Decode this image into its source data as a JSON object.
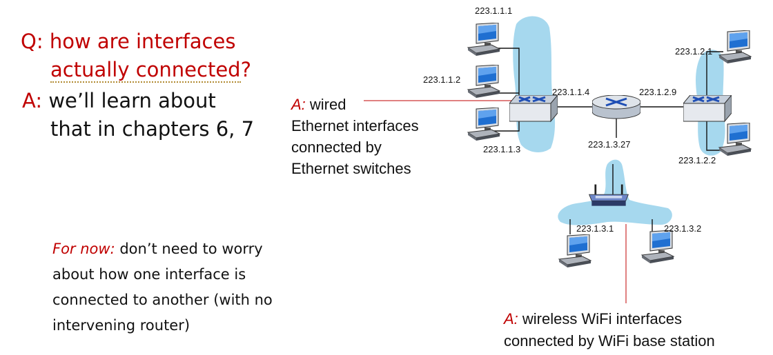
{
  "question": {
    "q_prefix": "Q:",
    "q_line1": "how are interfaces",
    "q_line2": "actually connected",
    "q_mark": "?"
  },
  "answer_main": {
    "a_prefix": "A:",
    "line1": "we’ll learn about",
    "line2": "that in chapters 6, 7"
  },
  "wired_callout": {
    "a_prefix": "A:",
    "word": " wired",
    "line2": "Ethernet interfaces",
    "line3": "connected by",
    "line4": "Ethernet switches"
  },
  "for_now": {
    "prefix": "For now:",
    "line1_rest": " don’t need to worry",
    "line2": "about how one interface is",
    "line3": "connected to another (with no",
    "line4": "intervening router)"
  },
  "wireless_callout": {
    "a_prefix": "A:",
    "line1_rest": " wireless WiFi interfaces",
    "line2": "connected by WiFi base station"
  },
  "ip_addresses": {
    "host_1_1_1": "223.1.1.1",
    "host_1_1_2": "223.1.1.2",
    "host_1_1_3": "223.1.1.3",
    "router_1_1_4": "223.1.1.4",
    "router_1_2_9": "223.1.2.9",
    "router_1_3_27": "223.1.3.27",
    "host_1_2_1": "223.1.2.1",
    "host_1_2_2": "223.1.2.2",
    "host_1_3_1": "223.1.3.1",
    "host_1_3_2": "223.1.3.2"
  },
  "colors": {
    "accent_red": "#c00000",
    "subnet_blue": "#a6d8ee",
    "device_blue": "#2a5db0"
  }
}
